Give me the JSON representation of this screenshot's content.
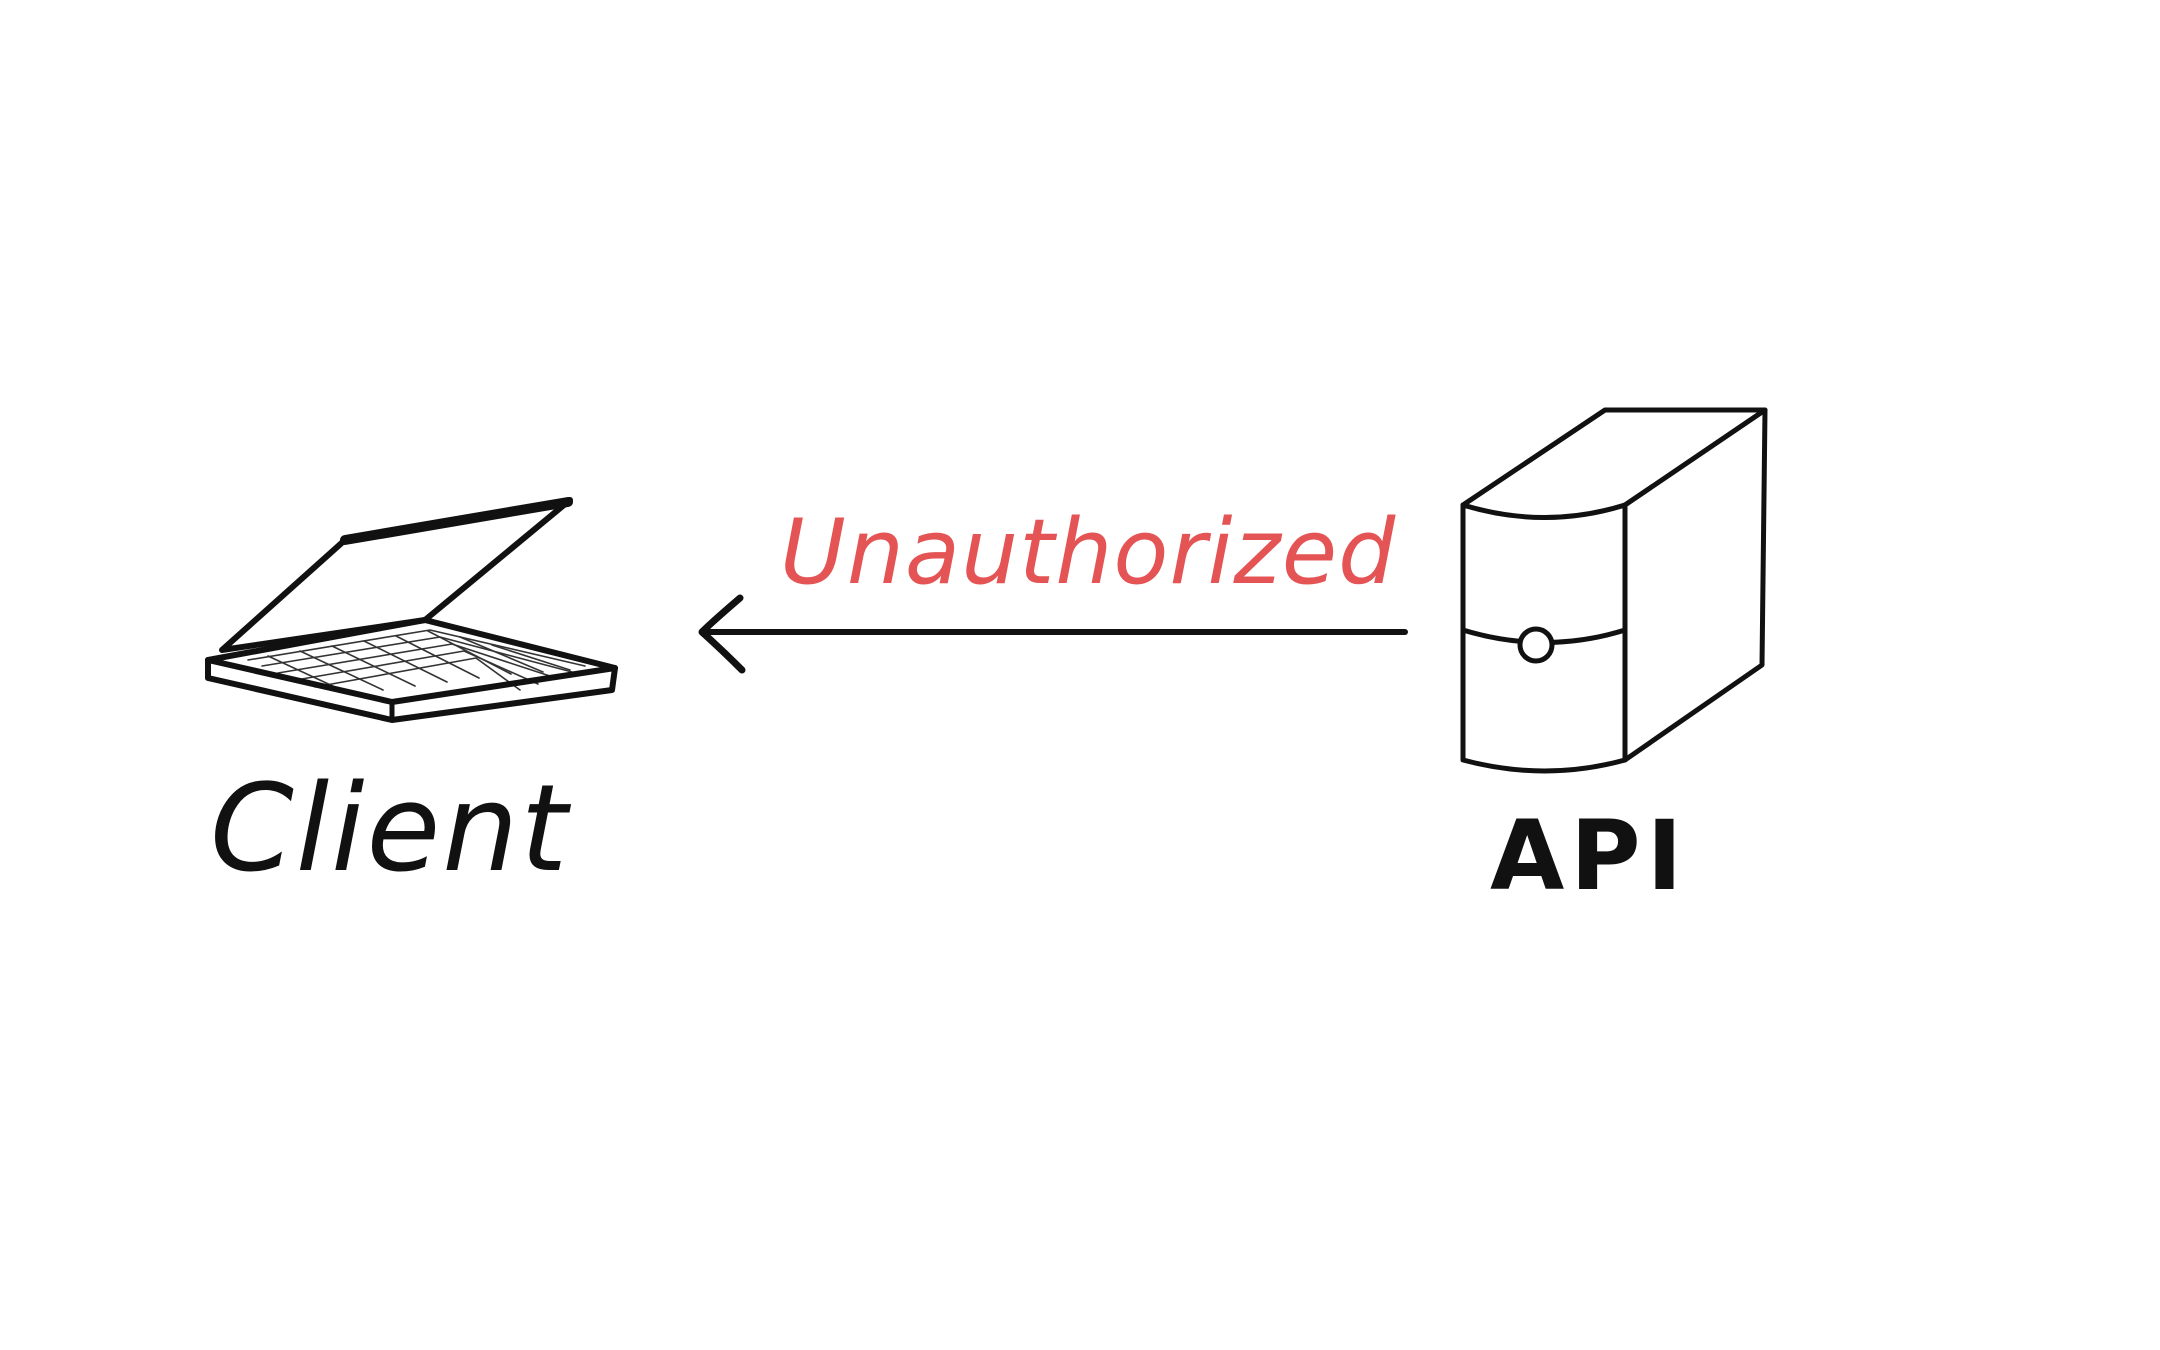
{
  "nodes": {
    "client": {
      "label": "Client",
      "icon": "laptop-icon"
    },
    "api": {
      "label": "API",
      "icon": "server-tower-icon"
    }
  },
  "edge": {
    "label": "Unauthorized",
    "direction": "api-to-client",
    "color": "#e55454"
  },
  "colors": {
    "stroke": "#111111",
    "background": "#ffffff"
  }
}
